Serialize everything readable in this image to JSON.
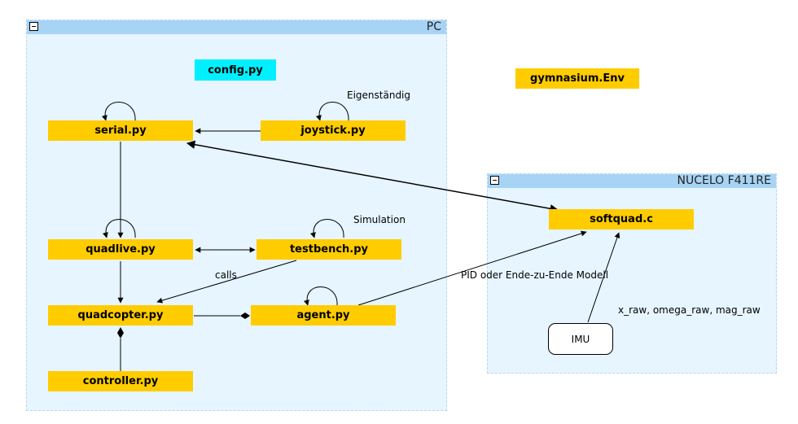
{
  "groups": {
    "pc": {
      "title": "PC"
    },
    "nucleo": {
      "title": "NUCELO F411RE"
    }
  },
  "nodes": {
    "config": "config.py",
    "gymnasium": "gymnasium.Env",
    "serial": "serial.py",
    "joystick": "joystick.py",
    "quadlive": "quadlive.py",
    "testbench": "testbench.py",
    "quadcopter": "quadcopter.py",
    "agent": "agent.py",
    "controller": "controller.py",
    "softquad": "softquad.c",
    "imu": "IMU"
  },
  "labels": {
    "eigenstaendig": "Eigenständig",
    "simulation": "Simulation",
    "calls": "calls",
    "pid_model": "PID oder Ende-zu-Ende Modell",
    "sensors": "x_raw, omega_raw, mag_raw"
  }
}
